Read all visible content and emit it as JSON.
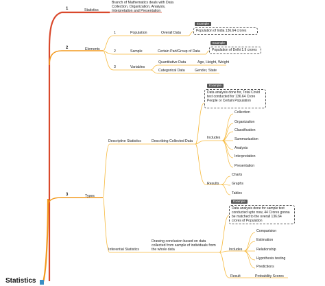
{
  "root": "Statistics",
  "colors": {
    "red": "#d9482b",
    "orange": "#f39a1e",
    "yellow": "#f6b93b",
    "ink": "#222222",
    "badge": "#555555"
  },
  "branch1": {
    "num": "1",
    "label": "Statistics",
    "desc": "Branch of Mathematics deals with Data Collection, Organization, Analysis, Interpretation and Presentation"
  },
  "branch2": {
    "num": "2",
    "label": "Elements",
    "items": [
      {
        "num": "1",
        "label": "Population",
        "detail": "Overall Data",
        "example_tag": "Example",
        "example": "Population of India 136.64 crores"
      },
      {
        "num": "2",
        "label": "Sample",
        "detail": "Certain Part/Group of Data",
        "example_tag": "Example",
        "example": "Population of Delhi 1.9 crores"
      },
      {
        "num": "3",
        "label": "Variables",
        "sub": [
          {
            "label": "Quantitative Data",
            "detail": "Age, Height, Weight"
          },
          {
            "label": "Categorical Data",
            "detail": "Gender, State"
          }
        ]
      }
    ]
  },
  "branch3": {
    "num": "3",
    "label": "Types",
    "descriptive": {
      "label": "Descriptive Statistics",
      "detail": "Describing Collected Data",
      "example_tag": "Example",
      "example": "Data analysis done for, Total Covid test conducted for 136.64 Crore People or Certain Population",
      "includes_label": "Includes",
      "includes": [
        "Collection",
        "Organization",
        "Classification",
        "Summarization",
        "Analysis",
        "Interpretation",
        "Presentation"
      ],
      "results_label": "Results",
      "results": [
        "Charts",
        "Graphs",
        "Tables"
      ]
    },
    "inferential": {
      "label": "Inferential Statistics",
      "detail": "Drawing conclusion based on data collected from sample of individuals from the whole data",
      "example_tag": "Example",
      "example": "Data analysis done for sample test conducted upto now, 44 Crores gonna be matched to the overall 136.64 crores of Population",
      "includes_label": "Includes",
      "includes": [
        "Comparision",
        "Estimation",
        "Relationship",
        "Hypothesis testing",
        "Predictions"
      ],
      "result_label": "Result",
      "result": "Probability Scores"
    }
  }
}
